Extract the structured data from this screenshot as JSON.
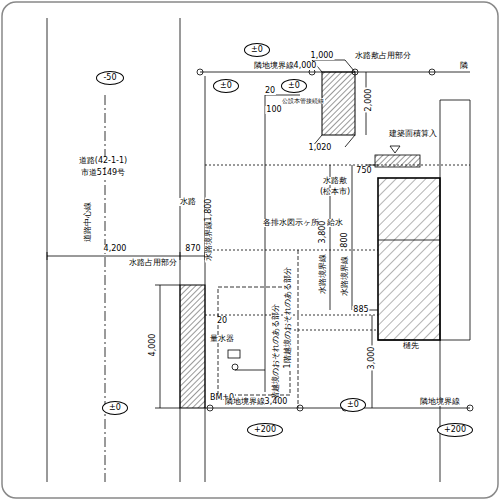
{
  "diagram": {
    "nodes": [
      {
        "text": [
          "±0"
        ]
      },
      {
        "text": [
          "-50"
        ]
      },
      {
        "text": [
          "±0"
        ]
      },
      {
        "text": [
          "±0"
        ]
      },
      {
        "text": [
          "±0"
        ]
      },
      {
        "text": [
          "±0"
        ]
      },
      {
        "text": [
          "+200"
        ]
      },
      {
        "text": [
          "+200"
        ]
      }
    ],
    "labels": [
      "1,000",
      "水路敷占用部分",
      "隣地境界線4,000",
      "隣",
      "20",
      "公設本管接続線",
      "100",
      "2,000",
      "1,020",
      "建築面積算入",
      "道路(42-1-1)",
      "市道5149号",
      "道路中心線",
      "水路",
      "水路敷",
      "(松本市)",
      "750",
      "水路境界線1,800",
      "各排水図示ヶ所へ給水",
      "4,200",
      "870",
      "水路占用部分",
      "3,800",
      "水路境界線",
      "800",
      "水路境界線",
      "4,000",
      "885",
      "20",
      "1階越境のおそれのある部分",
      "量水器",
      "2階越境のおそれのある部分",
      "3,000",
      "樋先",
      "BM±0",
      "隣地境界線3,400",
      "隣地境界線"
    ]
  }
}
